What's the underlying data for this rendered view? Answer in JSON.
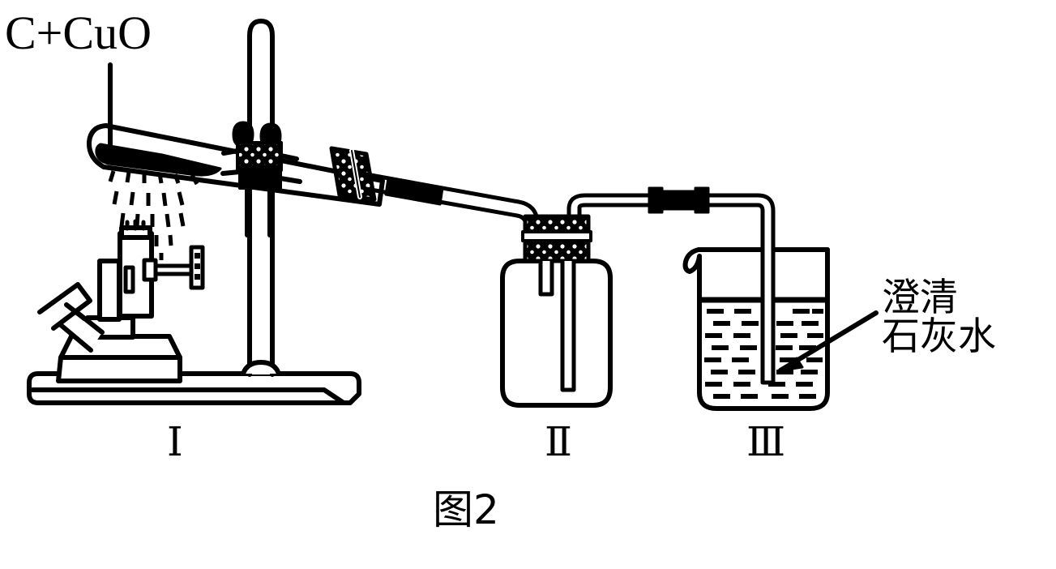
{
  "figure": {
    "caption": "图2",
    "reagent_label": "C+CuO",
    "limewater_label_line1": "澄清",
    "limewater_label_line2": "石灰水",
    "numeral_1": "Ⅰ",
    "numeral_2": "Ⅱ",
    "numeral_3": "Ⅲ",
    "stroke_color": "#000000",
    "fill_color": "#ffffff",
    "background_color": "#ffffff"
  },
  "apparatus": {
    "stage_1": {
      "name": "heated-test-tube-on-iron-stand",
      "numeral": "Ⅰ",
      "contents": "C+CuO",
      "parts": [
        "test-tube",
        "solid-mixture",
        "rubber-stopper",
        "delivery-tube",
        "test-tube-clamp",
        "iron-stand-rod",
        "iron-stand-base",
        "bunsen-burner",
        "flame-rays"
      ]
    },
    "stage_2": {
      "name": "gas-washing-bottle",
      "numeral": "Ⅱ",
      "parts": [
        "wide-mouth-bottle",
        "rubber-stopper",
        "short-outlet-tube",
        "long-inlet-tube"
      ]
    },
    "stage_3": {
      "name": "limewater-beaker",
      "numeral": "Ⅲ",
      "contents": "澄清石灰水",
      "parts": [
        "beaker",
        "liquid-limewater",
        "immersed-delivery-tube",
        "pointer-arrow"
      ]
    },
    "connectors": [
      "rubber-connector-tube-1",
      "rubber-connector-tube-2"
    ]
  }
}
